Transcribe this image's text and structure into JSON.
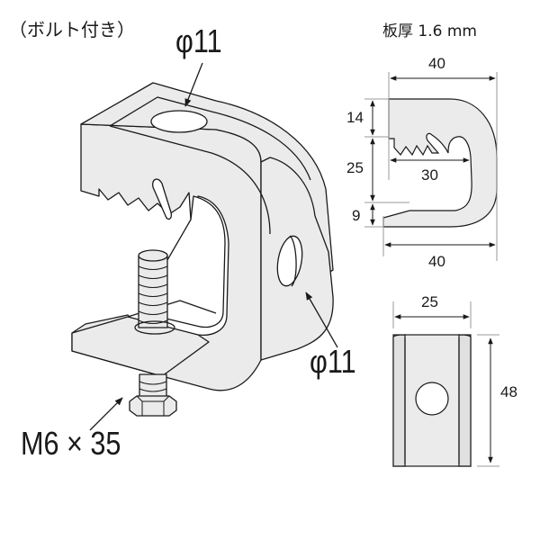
{
  "title": "（ボルト付き）",
  "labels": {
    "top_hole": "φ11",
    "side_hole": "φ11",
    "bolt": "M6 × 35",
    "thickness": "板厚 1.6 mm"
  },
  "side_view": {
    "width_top": "40",
    "width_bottom": "40",
    "inner_width": "30",
    "height_top_jaw": "14",
    "height_gap": "25",
    "height_bottom_jaw": "9"
  },
  "front_view": {
    "width": "25",
    "height": "48"
  },
  "colors": {
    "fill": "#ebebeb",
    "line": "#1a1a1a",
    "background": "#ffffff"
  }
}
